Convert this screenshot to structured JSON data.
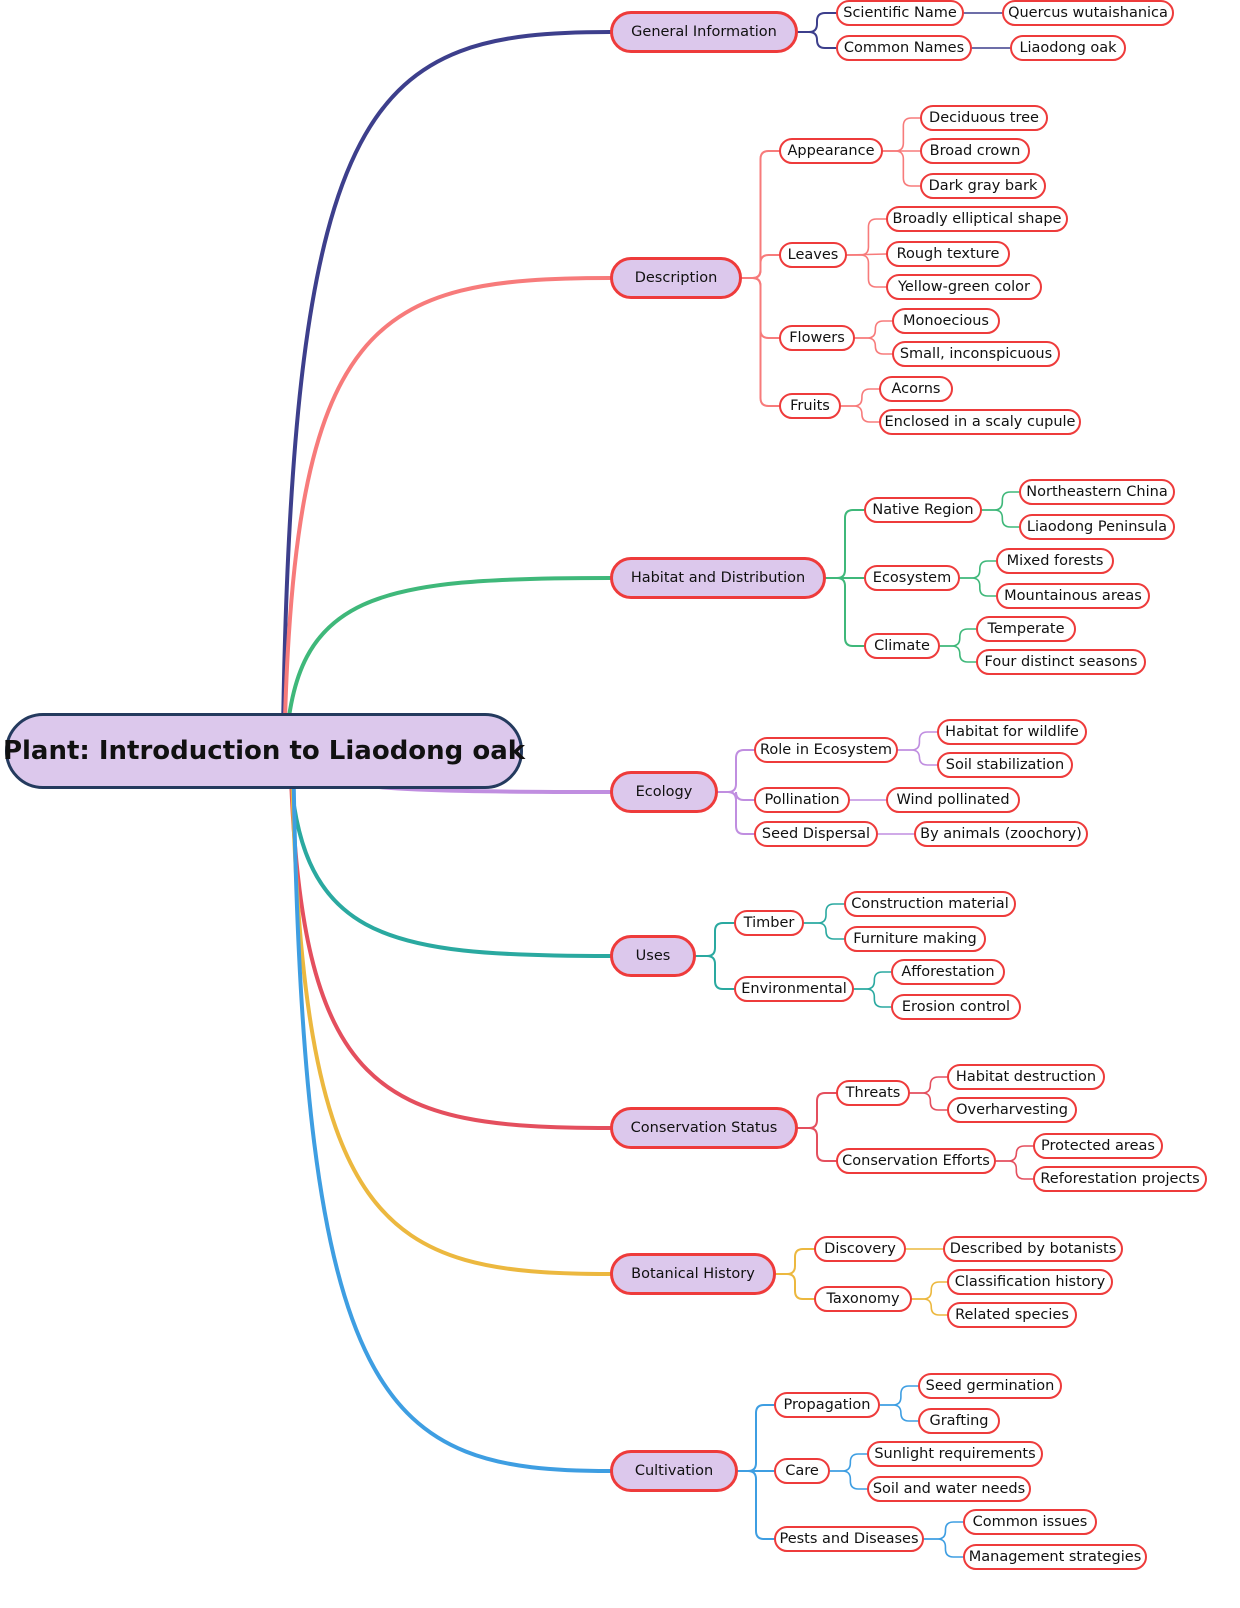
{
  "root": "Plant: Introduction to Liaodong oak",
  "branches": [
    {
      "title": "General Information",
      "color": "#3d3f8c",
      "children": [
        {
          "label": "Scientific Name",
          "leaves": [
            "Quercus wutaishanica"
          ]
        },
        {
          "label": "Common Names",
          "leaves": [
            "Liaodong oak"
          ]
        }
      ]
    },
    {
      "title": "Description",
      "color": "#f77b7b",
      "children": [
        {
          "label": "Appearance",
          "leaves": [
            "Deciduous tree",
            "Broad crown",
            "Dark gray bark"
          ]
        },
        {
          "label": "Leaves",
          "leaves": [
            "Broadly elliptical shape",
            "Rough texture",
            "Yellow-green color"
          ]
        },
        {
          "label": "Flowers",
          "leaves": [
            "Monoecious",
            "Small, inconspicuous"
          ]
        },
        {
          "label": "Fruits",
          "leaves": [
            "Acorns",
            "Enclosed in a scaly cupule"
          ]
        }
      ]
    },
    {
      "title": "Habitat and Distribution",
      "color": "#3fb87a",
      "children": [
        {
          "label": "Native Region",
          "leaves": [
            "Northeastern China",
            "Liaodong Peninsula"
          ]
        },
        {
          "label": "Ecosystem",
          "leaves": [
            "Mixed forests",
            "Mountainous areas"
          ]
        },
        {
          "label": "Climate",
          "leaves": [
            "Temperate",
            "Four distinct seasons"
          ]
        }
      ]
    },
    {
      "title": "Ecology",
      "color": "#c08ee0",
      "children": [
        {
          "label": "Role in Ecosystem",
          "leaves": [
            "Habitat for wildlife",
            "Soil stabilization"
          ]
        },
        {
          "label": "Pollination",
          "leaves": [
            "Wind pollinated"
          ]
        },
        {
          "label": "Seed Dispersal",
          "leaves": [
            "By animals (zoochory)"
          ]
        }
      ]
    },
    {
      "title": "Uses",
      "color": "#2aa9a0",
      "children": [
        {
          "label": "Timber",
          "leaves": [
            "Construction material",
            "Furniture making"
          ]
        },
        {
          "label": "Environmental",
          "leaves": [
            "Afforestation",
            "Erosion control"
          ]
        }
      ]
    },
    {
      "title": "Conservation Status",
      "color": "#e44f5e",
      "children": [
        {
          "label": "Threats",
          "leaves": [
            "Habitat destruction",
            "Overharvesting"
          ]
        },
        {
          "label": "Conservation Efforts",
          "leaves": [
            "Protected areas",
            "Reforestation projects"
          ]
        }
      ]
    },
    {
      "title": "Botanical History",
      "color": "#ecb83f",
      "children": [
        {
          "label": "Discovery",
          "leaves": [
            "Described by botanists"
          ]
        },
        {
          "label": "Taxonomy",
          "leaves": [
            "Classification history",
            "Related species"
          ]
        }
      ]
    },
    {
      "title": "Cultivation",
      "color": "#3e9ee2",
      "children": [
        {
          "label": "Propagation",
          "leaves": [
            "Seed germination",
            "Grafting"
          ]
        },
        {
          "label": "Care",
          "leaves": [
            "Sunlight requirements",
            "Soil and water needs"
          ]
        },
        {
          "label": "Pests and Diseases",
          "leaves": [
            "Common issues",
            "Management strategies"
          ]
        }
      ]
    }
  ]
}
